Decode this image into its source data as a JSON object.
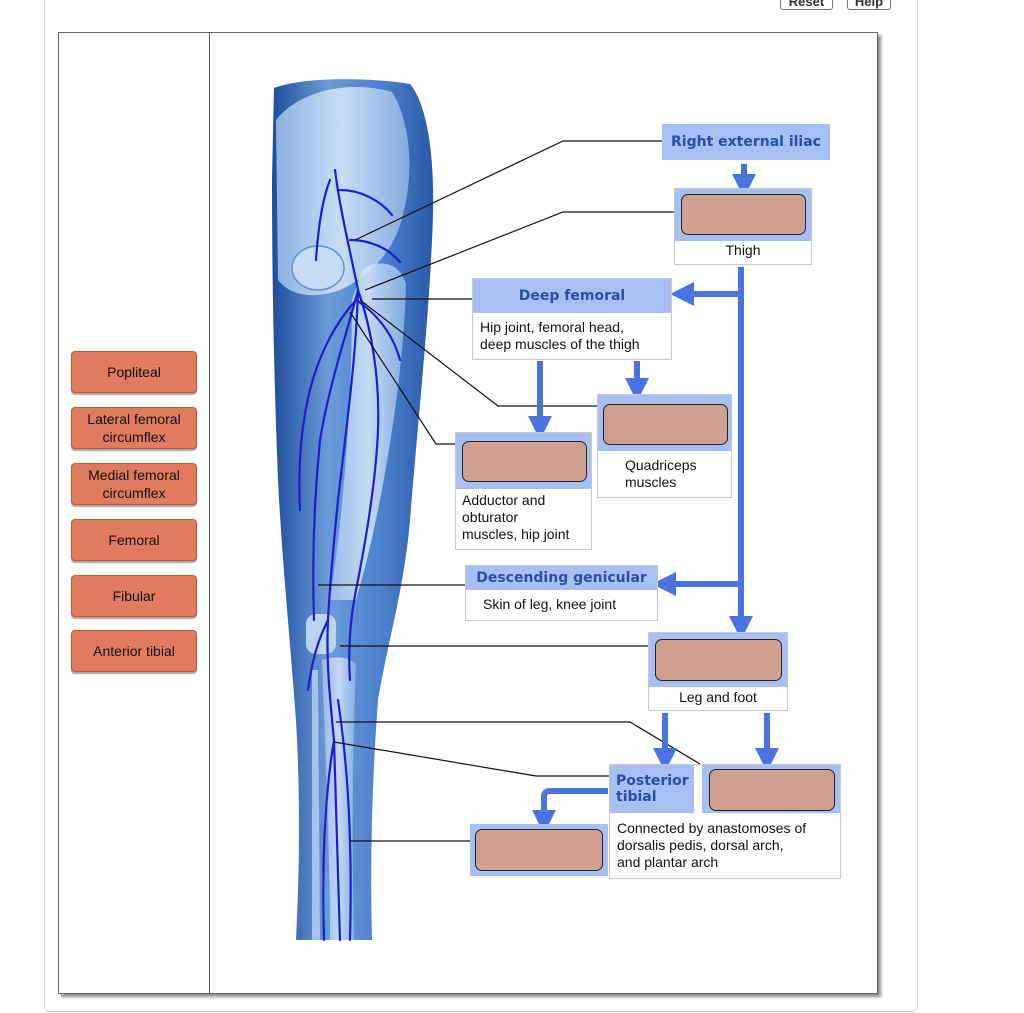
{
  "top_buttons": {
    "reset": "Reset",
    "help": "Help"
  },
  "label_bank": [
    "Popliteal",
    "Lateral femoral\ncircumflex",
    "Medial femoral\ncircumflex",
    "Femoral",
    "Fibular",
    "Anterior tibial"
  ],
  "diagram": {
    "right_external_iliac": "Right external iliac",
    "thigh": "Thigh",
    "deep_femoral": "Deep femoral",
    "deep_femoral_desc": "Hip joint, femoral head,\ndeep muscles of the thigh",
    "quadriceps": "Quadriceps\nmuscles",
    "adductor": "Adductor and\nobturator\nmuscles, hip joint",
    "descending_genicular": "Descending genicular",
    "descending_genicular_desc": "Skin of leg, knee joint",
    "leg_and_foot": "Leg and foot",
    "posterior_tibial": "Posterior\ntibial",
    "anastomoses": "Connected by anastomoses of\ndorsalis pedis, dorsal arch,\nand plantar arch"
  },
  "colors": {
    "arrow": "#4a73e0",
    "header_bg": "#a7c0f3",
    "header_text": "#2b4ea8",
    "drop_target": "#cfa090",
    "label_bg": "#e07b5f"
  }
}
